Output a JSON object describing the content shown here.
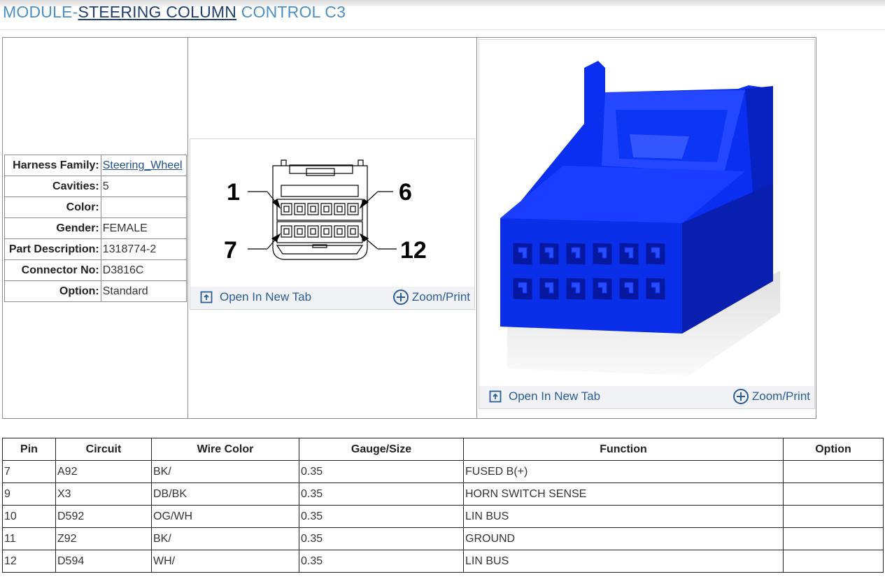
{
  "page": {
    "title_prefix": "MODULE-",
    "title_link": "STEERING COLUMN",
    "title_suffix": " CONTROL C3"
  },
  "connector_info": {
    "rows": [
      {
        "label": "Harness Family:",
        "value": "Steering_Wheel",
        "is_link": true
      },
      {
        "label": "Cavities:",
        "value": "5"
      },
      {
        "label": "Color:",
        "value": ""
      },
      {
        "label": "Gender:",
        "value": "FEMALE"
      },
      {
        "label": "Part Description:",
        "value": "1318774-2"
      },
      {
        "label": "Connector No:",
        "value": "D3816C"
      },
      {
        "label": "Option:",
        "value": "Standard"
      }
    ]
  },
  "pinout_diagram": {
    "labels": {
      "top_left": "1",
      "top_right": "6",
      "bottom_left": "7",
      "bottom_right": "12"
    },
    "open_label": "Open In New Tab",
    "zoom_label": "Zoom/Print"
  },
  "connector_image": {
    "open_label": "Open In New Tab",
    "zoom_label": "Zoom/Print",
    "color": "#0a2ff0"
  },
  "pin_table": {
    "headers": [
      "Pin",
      "Circuit",
      "Wire Color",
      "Gauge/Size",
      "Function",
      "Option"
    ],
    "rows": [
      [
        "7",
        "A92",
        "BK/",
        "0.35",
        "FUSED B(+)",
        ""
      ],
      [
        "9",
        "X3",
        "DB/BK",
        "0.35",
        "HORN SWITCH SENSE",
        ""
      ],
      [
        "10",
        "D592",
        "OG/WH",
        "0.35",
        "LIN BUS",
        ""
      ],
      [
        "11",
        "Z92",
        "BK/",
        "0.35",
        "GROUND",
        ""
      ],
      [
        "12",
        "D594",
        "WH/",
        "0.35",
        "LIN BUS",
        ""
      ]
    ]
  }
}
